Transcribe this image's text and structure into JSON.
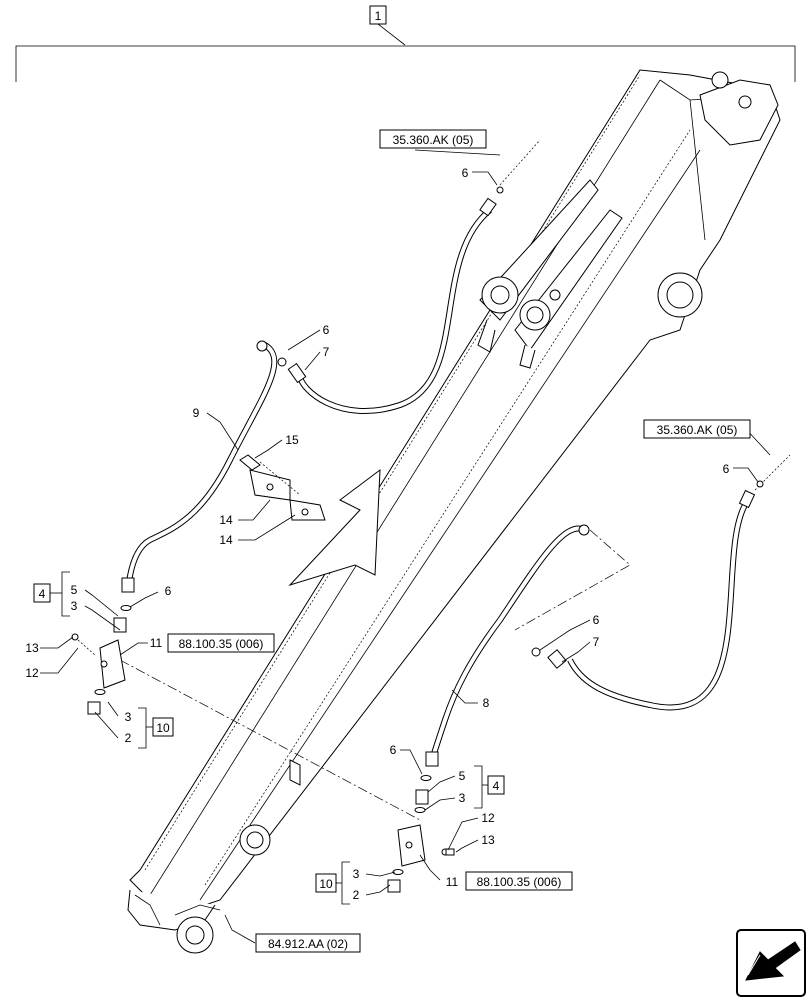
{
  "assembly_label": "1",
  "refs": {
    "top": "35.360.AK (05)",
    "right": "35.360.AK (05)",
    "ext_left": "88.100.35 (006)",
    "ext_right": "88.100.35 (006)",
    "bottom": "84.912.AA (02)"
  },
  "kits": {
    "k4_left": "4",
    "k10_left": "10",
    "k4_right": "4",
    "k10_right": "10"
  },
  "callouts": {
    "c6_top": "6",
    "c6_mid": "6",
    "c7_mid": "7",
    "c9": "9",
    "c15": "15",
    "c14_a": "14",
    "c14_b": "14",
    "c5_l": "5",
    "c3_l": "3",
    "c6_l": "6",
    "c13_l": "13",
    "c12_l": "12",
    "c11_l": "11",
    "c3_l2": "3",
    "c2_l": "2",
    "c6_r_top": "6",
    "c6_r_mid": "6",
    "c7_r": "7",
    "c8": "8",
    "c6_r": "6",
    "c5_r": "5",
    "c3_r": "3",
    "c12_r": "12",
    "c13_r": "13",
    "c11_r": "11",
    "c3_r2": "3",
    "c2_r": "2"
  },
  "icons": {
    "nav": "orientation-arrow-icon"
  }
}
